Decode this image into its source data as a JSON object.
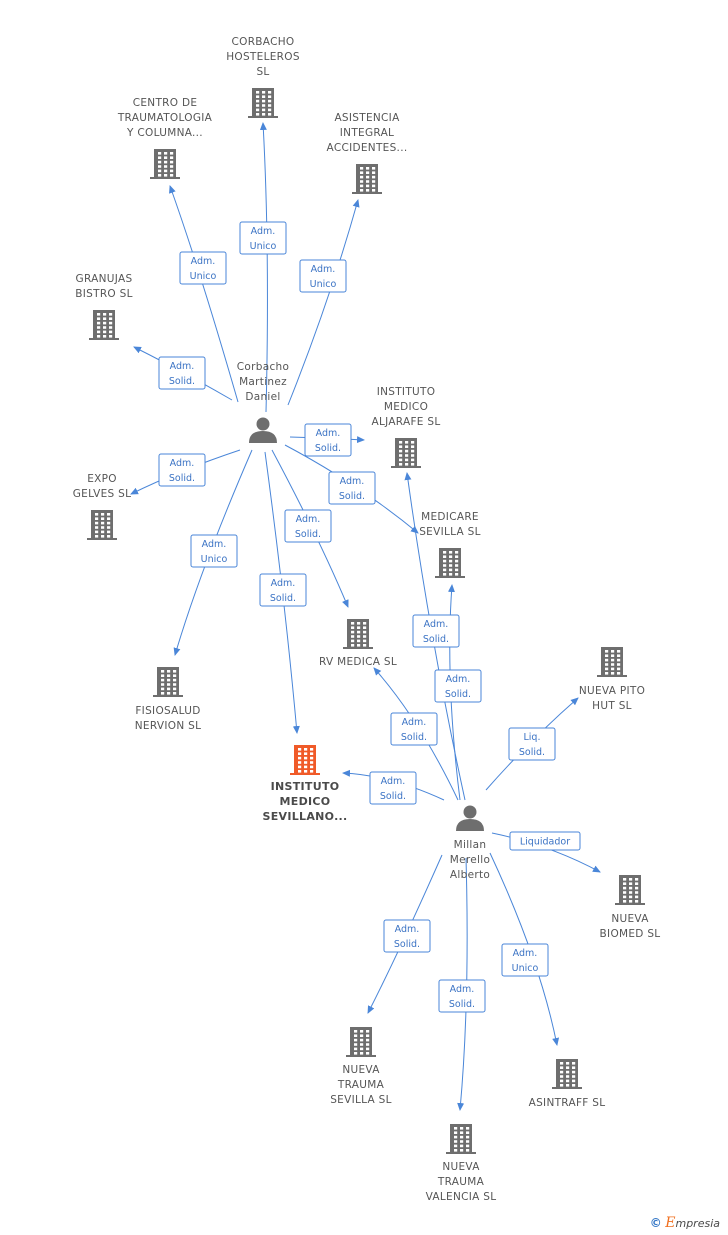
{
  "colors": {
    "edge": "#4a86d8",
    "company": "#6e6e6e",
    "focus_company": "#f05a28",
    "person": "#6e6e6e"
  },
  "nodes": [
    {
      "id": "corbacho_hosteleros",
      "kind": "company",
      "lines": [
        "CORBACHO",
        "HOSTELEROS",
        "SL"
      ]
    },
    {
      "id": "centro_traumatologia",
      "kind": "company",
      "lines": [
        "CENTRO DE",
        "TRAUMATOLOGIA",
        "Y COLUMNA..."
      ]
    },
    {
      "id": "asistencia_integral",
      "kind": "company",
      "lines": [
        "ASISTENCIA",
        "INTEGRAL",
        "ACCIDENTES..."
      ]
    },
    {
      "id": "granujas_bistro",
      "kind": "company",
      "lines": [
        "GRANUJAS",
        "BISTRO  SL"
      ]
    },
    {
      "id": "corbacho_person",
      "kind": "person",
      "lines": [
        "Corbacho",
        "Martinez",
        "Daniel"
      ]
    },
    {
      "id": "instituto_aljarafe",
      "kind": "company",
      "lines": [
        "INSTITUTO",
        "MEDICO",
        "ALJARAFE  SL"
      ]
    },
    {
      "id": "expo_gelves",
      "kind": "company",
      "lines": [
        "EXPO",
        "GELVES SL"
      ]
    },
    {
      "id": "medicare_sevilla",
      "kind": "company",
      "lines": [
        "MEDICARE",
        "SEVILLA  SL"
      ]
    },
    {
      "id": "rv_medica",
      "kind": "company",
      "lines": [
        "RV MEDICA  SL"
      ]
    },
    {
      "id": "nueva_pito_hut",
      "kind": "company",
      "lines": [
        "NUEVA PITO",
        "HUT SL"
      ]
    },
    {
      "id": "fisiosalud_nervion",
      "kind": "company",
      "lines": [
        "FISIOSALUD",
        "NERVION SL"
      ]
    },
    {
      "id": "instituto_sevillano",
      "kind": "focus",
      "lines": [
        "INSTITUTO",
        "MEDICO",
        "SEVILLANO..."
      ]
    },
    {
      "id": "millan_person",
      "kind": "person",
      "lines": [
        "Millan",
        "Merello",
        "Alberto"
      ]
    },
    {
      "id": "nueva_biomed",
      "kind": "company",
      "lines": [
        "NUEVA",
        "BIOMED SL"
      ]
    },
    {
      "id": "nueva_trauma_sevilla",
      "kind": "company",
      "lines": [
        "NUEVA",
        "TRAUMA",
        "SEVILLA SL"
      ]
    },
    {
      "id": "asintraff",
      "kind": "company",
      "lines": [
        "ASINTRAFF  SL"
      ]
    },
    {
      "id": "nueva_trauma_valencia",
      "kind": "company",
      "lines": [
        "NUEVA",
        "TRAUMA",
        "VALENCIA SL"
      ]
    }
  ],
  "edges": [
    {
      "from": "corbacho_person",
      "to": "corbacho_hosteleros",
      "label": [
        "Adm.",
        "Unico"
      ]
    },
    {
      "from": "corbacho_person",
      "to": "centro_traumatologia",
      "label": [
        "Adm.",
        "Unico"
      ]
    },
    {
      "from": "corbacho_person",
      "to": "asistencia_integral",
      "label": [
        "Adm.",
        "Unico"
      ]
    },
    {
      "from": "corbacho_person",
      "to": "granujas_bistro",
      "label": [
        "Adm.",
        "Solid."
      ]
    },
    {
      "from": "corbacho_person",
      "to": "instituto_aljarafe",
      "label": [
        "Adm.",
        "Solid."
      ]
    },
    {
      "from": "corbacho_person",
      "to": "expo_gelves",
      "label": [
        "Adm.",
        "Solid."
      ]
    },
    {
      "from": "corbacho_person",
      "to": "medicare_sevilla",
      "label": [
        "Adm.",
        "Solid."
      ]
    },
    {
      "from": "corbacho_person",
      "to": "rv_medica",
      "label": [
        "Adm.",
        "Solid."
      ]
    },
    {
      "from": "corbacho_person",
      "to": "fisiosalud_nervion",
      "label": [
        "Adm.",
        "Unico"
      ]
    },
    {
      "from": "corbacho_person",
      "to": "instituto_sevillano",
      "label": [
        "Adm.",
        "Solid."
      ]
    },
    {
      "from": "millan_person",
      "to": "medicare_sevilla",
      "label": [
        "Adm.",
        "Solid."
      ]
    },
    {
      "from": "millan_person",
      "to": "instituto_aljarafe",
      "label": [
        "Adm.",
        "Solid."
      ]
    },
    {
      "from": "millan_person",
      "to": "rv_medica",
      "label": [
        "Adm.",
        "Solid."
      ]
    },
    {
      "from": "millan_person",
      "to": "nueva_pito_hut",
      "label": [
        "Liq.",
        "Solid."
      ]
    },
    {
      "from": "millan_person",
      "to": "instituto_sevillano",
      "label": [
        "Adm.",
        "Solid."
      ]
    },
    {
      "from": "millan_person",
      "to": "nueva_biomed",
      "label": [
        "Liquidador"
      ]
    },
    {
      "from": "millan_person",
      "to": "nueva_trauma_sevilla",
      "label": [
        "Adm.",
        "Solid."
      ]
    },
    {
      "from": "millan_person",
      "to": "asintraff",
      "label": [
        "Adm.",
        "Unico"
      ]
    },
    {
      "from": "millan_person",
      "to": "nueva_trauma_valencia",
      "label": [
        "Adm.",
        "Solid."
      ]
    }
  ],
  "footer": {
    "copyright": "©",
    "brand_first": "E",
    "brand_rest": "mpresia"
  }
}
